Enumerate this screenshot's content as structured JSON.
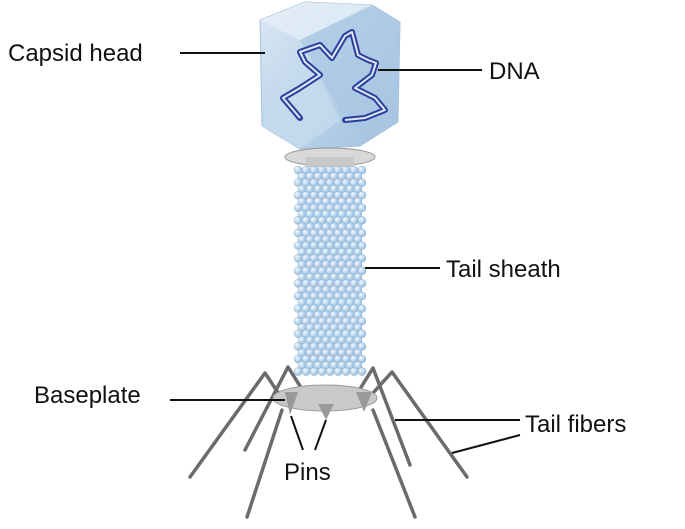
{
  "labels": {
    "capsid_head": "Capsid head",
    "dna": "DNA",
    "tail_sheath": "Tail sheath",
    "baseplate": "Baseplate",
    "tail_fibers": "Tail fibers",
    "pins": "Pins"
  },
  "colors": {
    "capsid": "#b9d3ea",
    "dna": "#2b3f9c",
    "sheath": "#a9cbe6",
    "fiber": "#6b6b6b"
  }
}
